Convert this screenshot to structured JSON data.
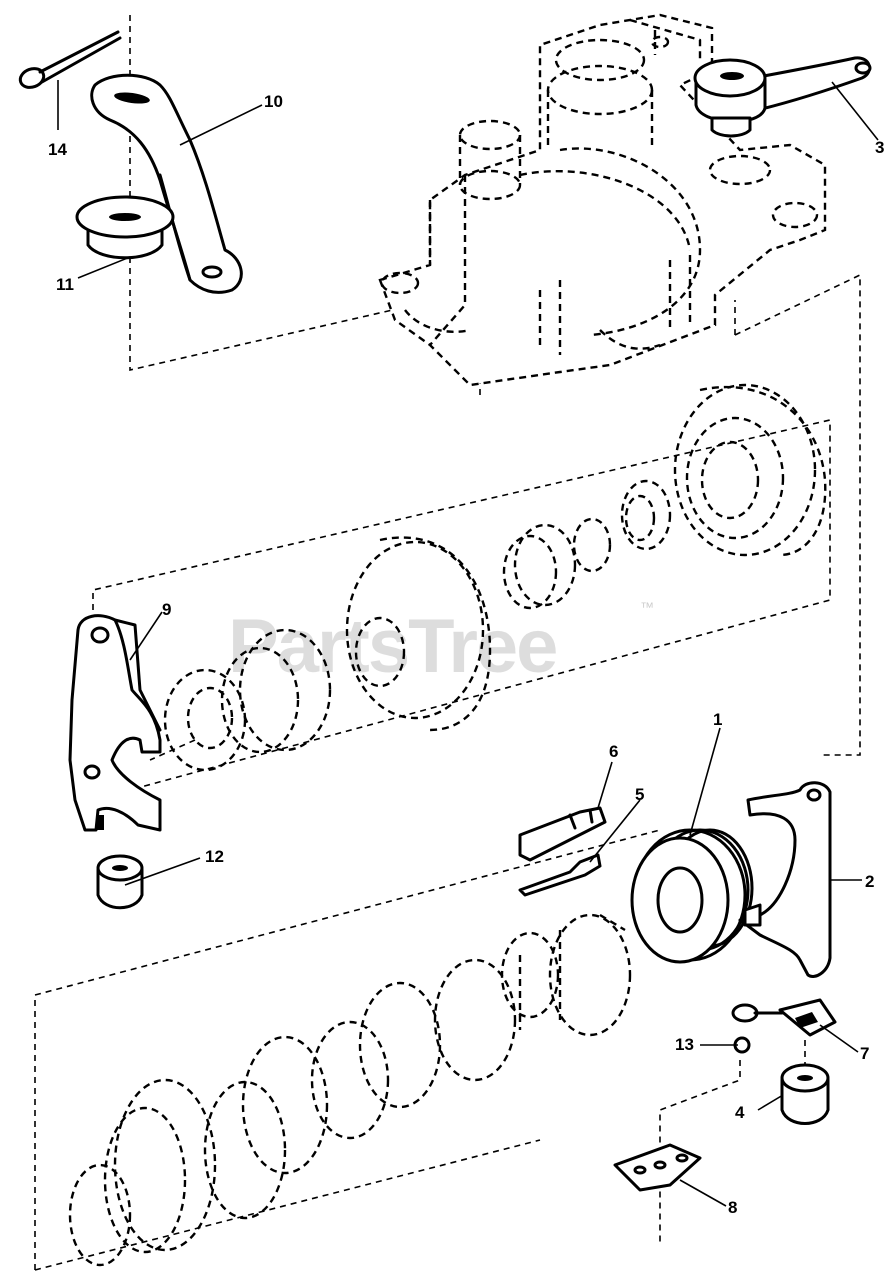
{
  "watermark": {
    "brand": "PartsTree",
    "trademark": "™"
  },
  "callouts": [
    {
      "id": "part-1",
      "label": "1"
    },
    {
      "id": "part-2",
      "label": "2"
    },
    {
      "id": "part-3",
      "label": "3"
    },
    {
      "id": "part-4",
      "label": "4"
    },
    {
      "id": "part-5",
      "label": "5"
    },
    {
      "id": "part-6",
      "label": "6"
    },
    {
      "id": "part-7",
      "label": "7"
    },
    {
      "id": "part-8",
      "label": "8"
    },
    {
      "id": "part-9",
      "label": "9"
    },
    {
      "id": "part-10",
      "label": "10"
    },
    {
      "id": "part-11",
      "label": "11"
    },
    {
      "id": "part-12",
      "label": "12"
    },
    {
      "id": "part-13",
      "label": "13"
    },
    {
      "id": "part-14",
      "label": "14"
    }
  ]
}
